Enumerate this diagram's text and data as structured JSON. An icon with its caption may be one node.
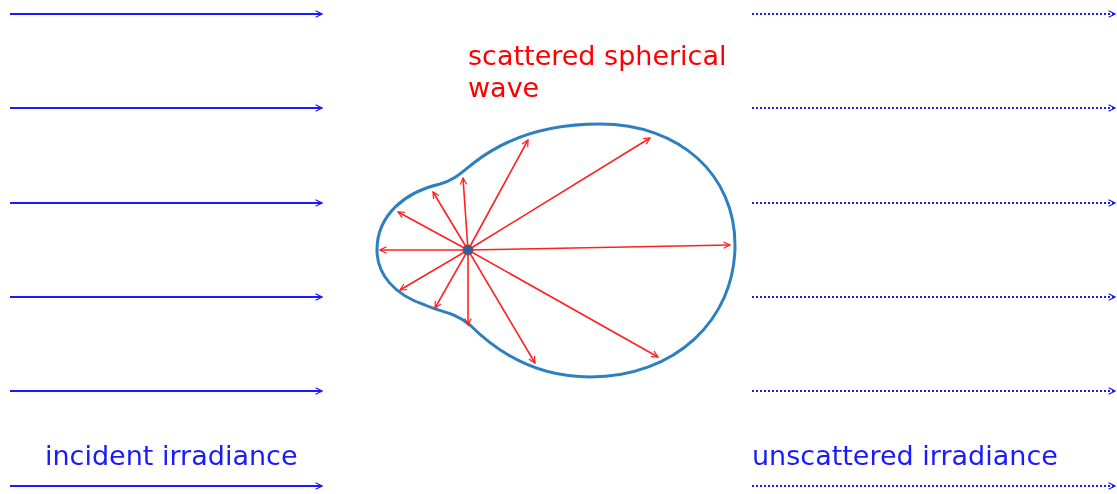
{
  "diagram": {
    "labels": [
      "scattered spherical wave",
      "incident irradiance",
      "unscattered irradiance"
    ]
  }
}
